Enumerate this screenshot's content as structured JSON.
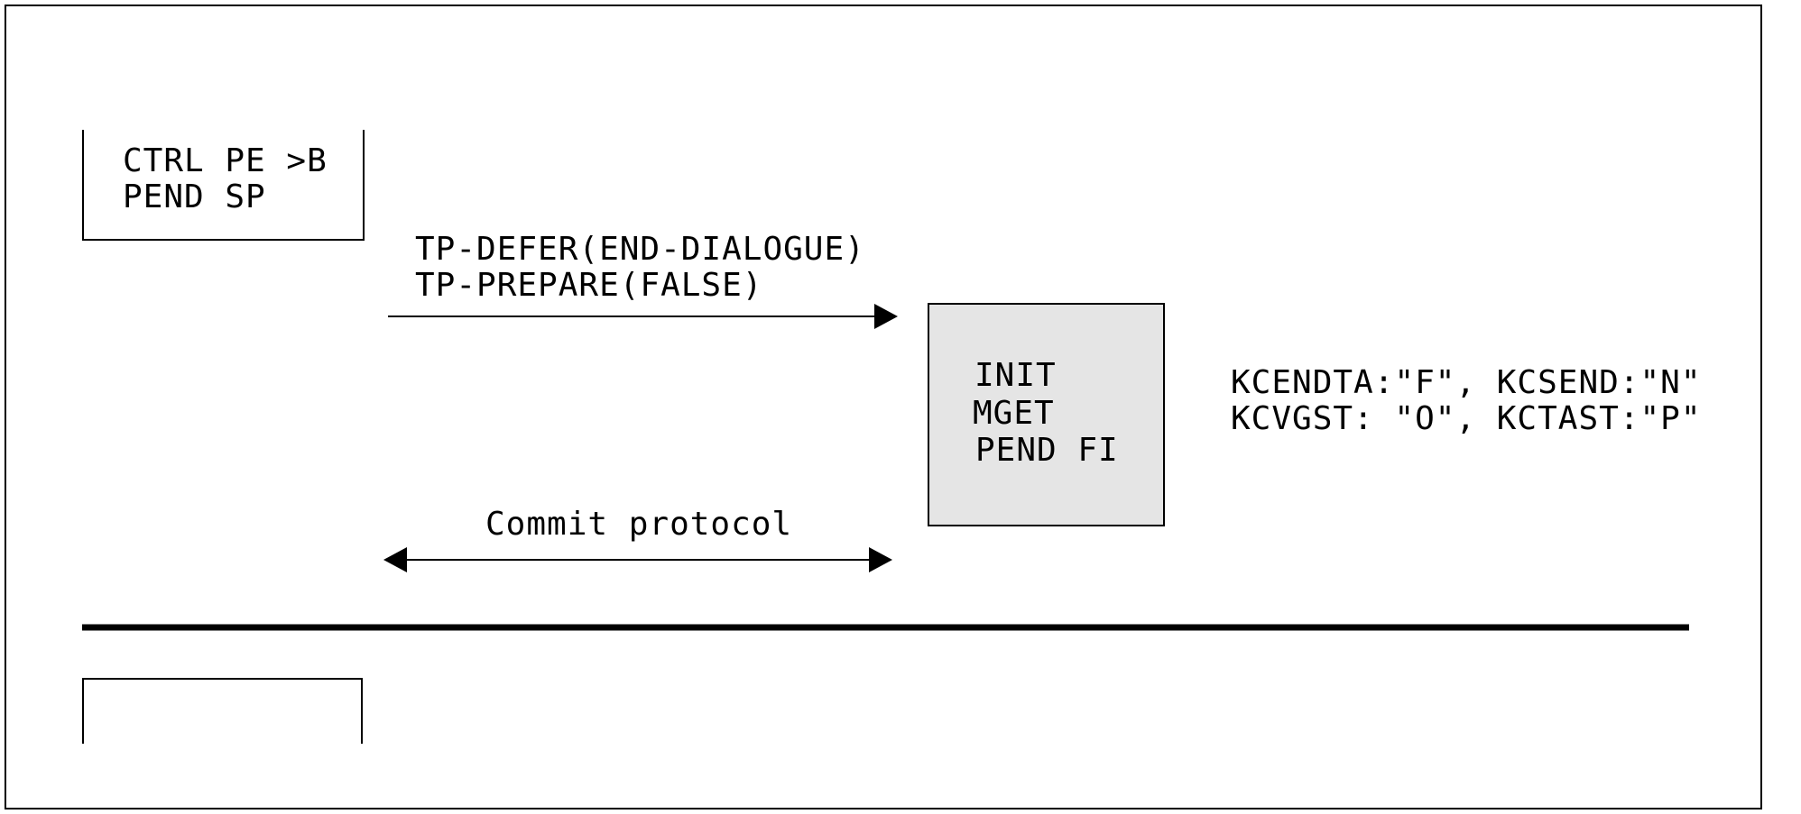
{
  "upper_left_box": {
    "lines": [
      "CTRL PE >B",
      "PEND SP"
    ]
  },
  "tp_arrow": {
    "lines": [
      "TP-DEFER(END-DIALOGUE)",
      "TP-PREPARE(FALSE)"
    ]
  },
  "center_box": {
    "lines": [
      "INIT",
      "MGET",
      "PEND FI"
    ],
    "fill_color": "#e5e5e5"
  },
  "status_values": {
    "lines": [
      "KCENDTA:\"F\", KCSEND:\"N\"",
      "KCVGST: \"O\", KCTAST:\"P\""
    ]
  },
  "commit_arrow": {
    "label": "Commit protocol"
  },
  "colors": {
    "stroke": "#000000",
    "background": "#ffffff"
  }
}
